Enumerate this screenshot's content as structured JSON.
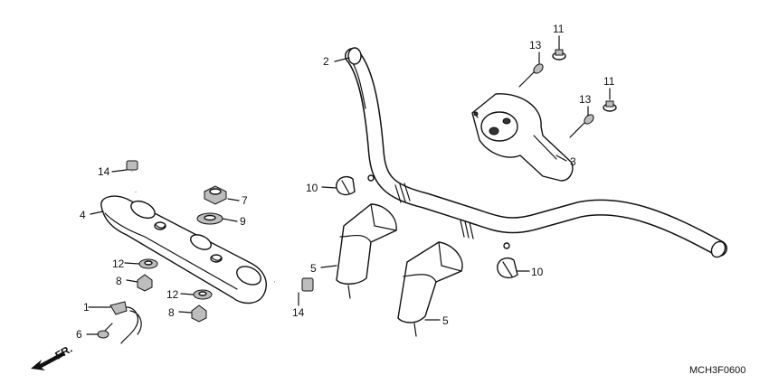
{
  "diagram_code": "MCH3F0600",
  "direction_label": "FR.",
  "callouts": {
    "c1": "1",
    "c2": "2",
    "c3": "3",
    "c4": "4",
    "c5a": "5",
    "c5b": "5",
    "c6": "6",
    "c7": "7",
    "c8a": "8",
    "c8b": "8",
    "c9": "9",
    "c10a": "10",
    "c10b": "10",
    "c11a": "11",
    "c11b": "11",
    "c12a": "12",
    "c12b": "12",
    "c13a": "13",
    "c13b": "13",
    "c14a": "14",
    "c14b": "14"
  }
}
